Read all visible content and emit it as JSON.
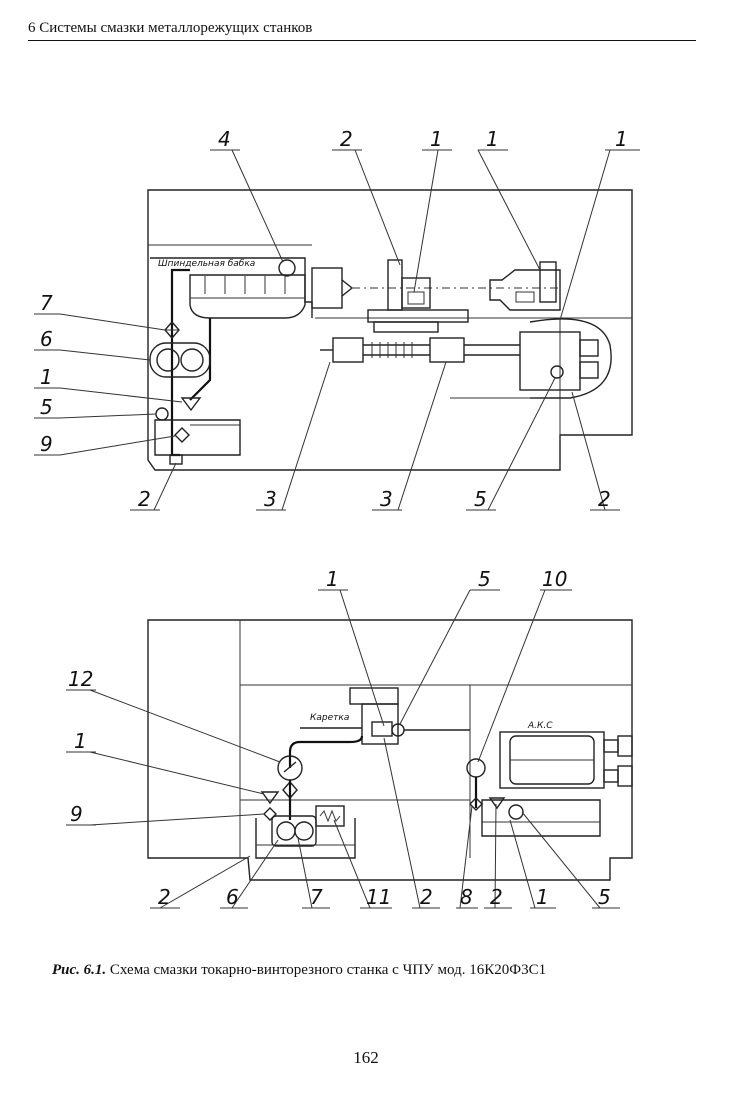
{
  "running_head": "6 Системы смазки металлорежущих станков",
  "figure": {
    "top_labels": {
      "spindle_box": "Шпиндельная бабка",
      "callouts": [
        "4",
        "2",
        "1",
        "1",
        "1",
        "7",
        "6",
        "1",
        "5",
        "9",
        "2",
        "3",
        "3",
        "5",
        "2"
      ]
    },
    "bottom_labels": {
      "carriage": "Каретка",
      "aks": "А.К.С",
      "callouts": [
        "1",
        "5",
        "10",
        "12",
        "1",
        "9",
        "2",
        "6",
        "7",
        "11",
        "2",
        "8",
        "2",
        "1",
        "5"
      ]
    }
  },
  "caption": {
    "label": "Рис. 6.1.",
    "text": "Схема смазки токарно-винторезного станка с ЧПУ мод. 16К20Ф3С1"
  },
  "page_number": "162"
}
